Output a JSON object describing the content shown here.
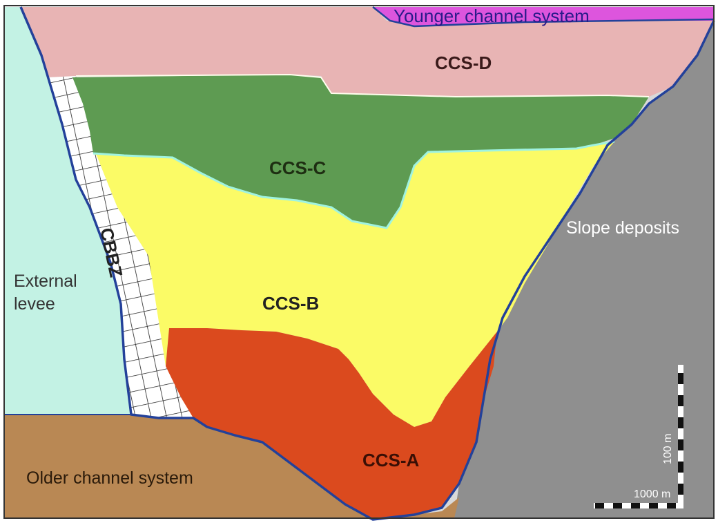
{
  "labels": {
    "younger": "Younger channel system",
    "ccs_d": "CCS-D",
    "ccs_c": "CCS-C",
    "ccs_b": "CCS-B",
    "ccs_a": "CCS-A",
    "cbbz": "CBBZ",
    "slope": "Slope deposits",
    "external_line1": "External",
    "external_line2": "levee",
    "older": "Older channel system"
  },
  "scale": {
    "vertical_label": "100 m",
    "horizontal_label": "1000 m"
  },
  "colors": {
    "younger_channel": "#dd55dd",
    "ccs_d": "#e8b4b4",
    "ccs_c": "#5e9b52",
    "ccs_b": "#fbfb66",
    "ccs_a": "#db4a1e",
    "cbbz_fill": "#ffffff",
    "external_levee": "#c3f2e4",
    "slope_deposits": "#8f8f8f",
    "older_channel": "#b98854",
    "boundary": "#23419a"
  }
}
